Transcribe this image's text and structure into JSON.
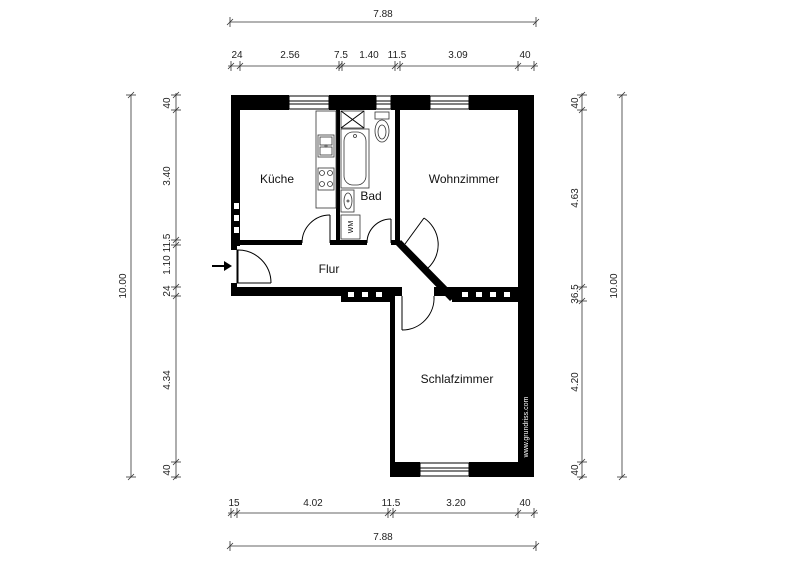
{
  "dimensions": {
    "top_total": "7.88",
    "top_segments": [
      "24",
      "2.56",
      "7.5",
      "1.40",
      "11.5",
      "3.09",
      "40"
    ],
    "bottom_total": "7.88",
    "bottom_segments": [
      "15",
      "4.02",
      "11.5",
      "3.20",
      "40"
    ],
    "left_total": "10.00",
    "left_segments": [
      "40",
      "3.40",
      "11.5",
      "1.10",
      "24",
      "4.34",
      "40"
    ],
    "right_total": "10.00",
    "right_segments": [
      "40",
      "4.63",
      "36.5",
      "4.20",
      "40"
    ]
  },
  "rooms": {
    "kitchen": "Küche",
    "bath": "Bad",
    "living": "Wohnzimmer",
    "hall": "Flur",
    "bedroom": "Schlafzimmer"
  },
  "labels": {
    "washer": "WM",
    "watermark": "www.grundriss.com"
  },
  "icons": {
    "entrance": "entrance-arrow-icon"
  }
}
